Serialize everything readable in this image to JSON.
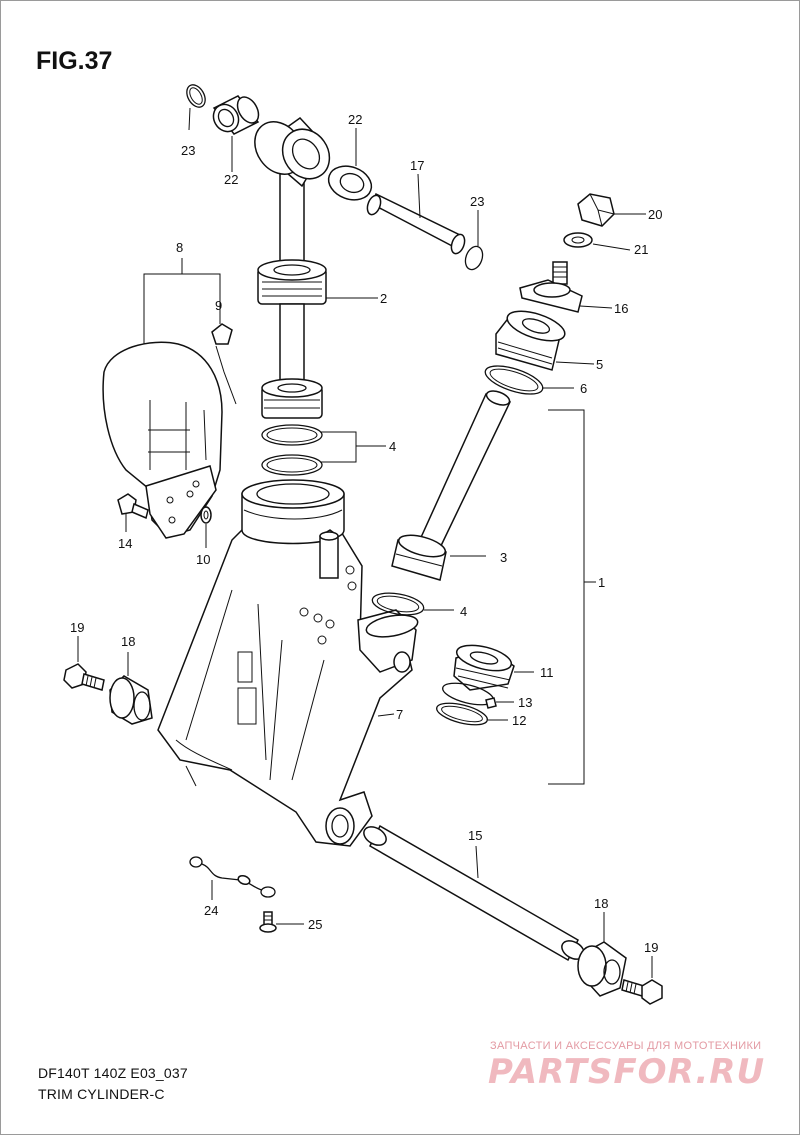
{
  "figure": {
    "title": "FIG.37"
  },
  "footer": {
    "code": "DF140T 140Z E03_037",
    "title": "TRIM CYLINDER-C"
  },
  "watermark": {
    "tagline": "ЗАПЧАСТИ И АКСЕССУАРЫ ДЛЯ МОТОТЕХНИКИ",
    "logo": "PARTSFOR.RU"
  },
  "callouts": [
    {
      "id": "c23a",
      "text": "23"
    },
    {
      "id": "c22a",
      "text": "22"
    },
    {
      "id": "c22b",
      "text": "22"
    },
    {
      "id": "c17",
      "text": "17"
    },
    {
      "id": "c23b",
      "text": "23"
    },
    {
      "id": "c20",
      "text": "20"
    },
    {
      "id": "c21",
      "text": "21"
    },
    {
      "id": "c8",
      "text": "8"
    },
    {
      "id": "c9",
      "text": "9"
    },
    {
      "id": "c2",
      "text": "2"
    },
    {
      "id": "c16",
      "text": "16"
    },
    {
      "id": "c5",
      "text": "5"
    },
    {
      "id": "c6",
      "text": "6"
    },
    {
      "id": "c4a",
      "text": "4"
    },
    {
      "id": "c14",
      "text": "14"
    },
    {
      "id": "c10",
      "text": "10"
    },
    {
      "id": "c3",
      "text": "3"
    },
    {
      "id": "c1",
      "text": "1"
    },
    {
      "id": "c4b",
      "text": "4"
    },
    {
      "id": "c19a",
      "text": "19"
    },
    {
      "id": "c18a",
      "text": "18"
    },
    {
      "id": "c11",
      "text": "11"
    },
    {
      "id": "c13",
      "text": "13"
    },
    {
      "id": "c12",
      "text": "12"
    },
    {
      "id": "c7",
      "text": "7"
    },
    {
      "id": "c15",
      "text": "15"
    },
    {
      "id": "c24",
      "text": "24"
    },
    {
      "id": "c25",
      "text": "25"
    },
    {
      "id": "c18b",
      "text": "18"
    },
    {
      "id": "c19b",
      "text": "19"
    }
  ]
}
